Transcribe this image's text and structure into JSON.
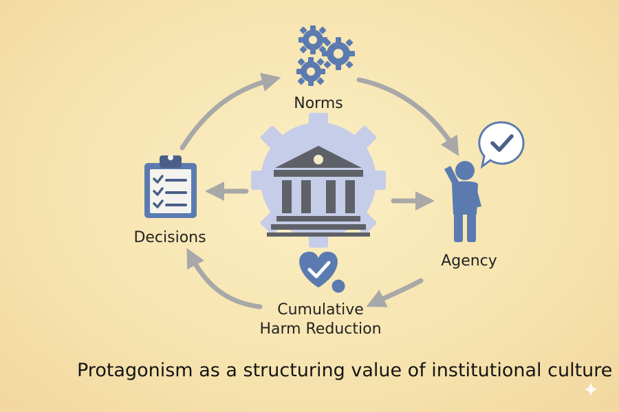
{
  "nodes": {
    "norms": "Norms",
    "decisions": "Decisions",
    "agency": "Agency",
    "harm_line1": "Cumulative",
    "harm_line2": "Harm Reduction"
  },
  "caption": "Protagonism as a structuring value of institutional culture",
  "colors": {
    "icon_blue": "#5b7bb0",
    "icon_dark": "#4a5f88",
    "arrow_gray": "#a8a8a8",
    "gear_light": "#c6cde8"
  }
}
